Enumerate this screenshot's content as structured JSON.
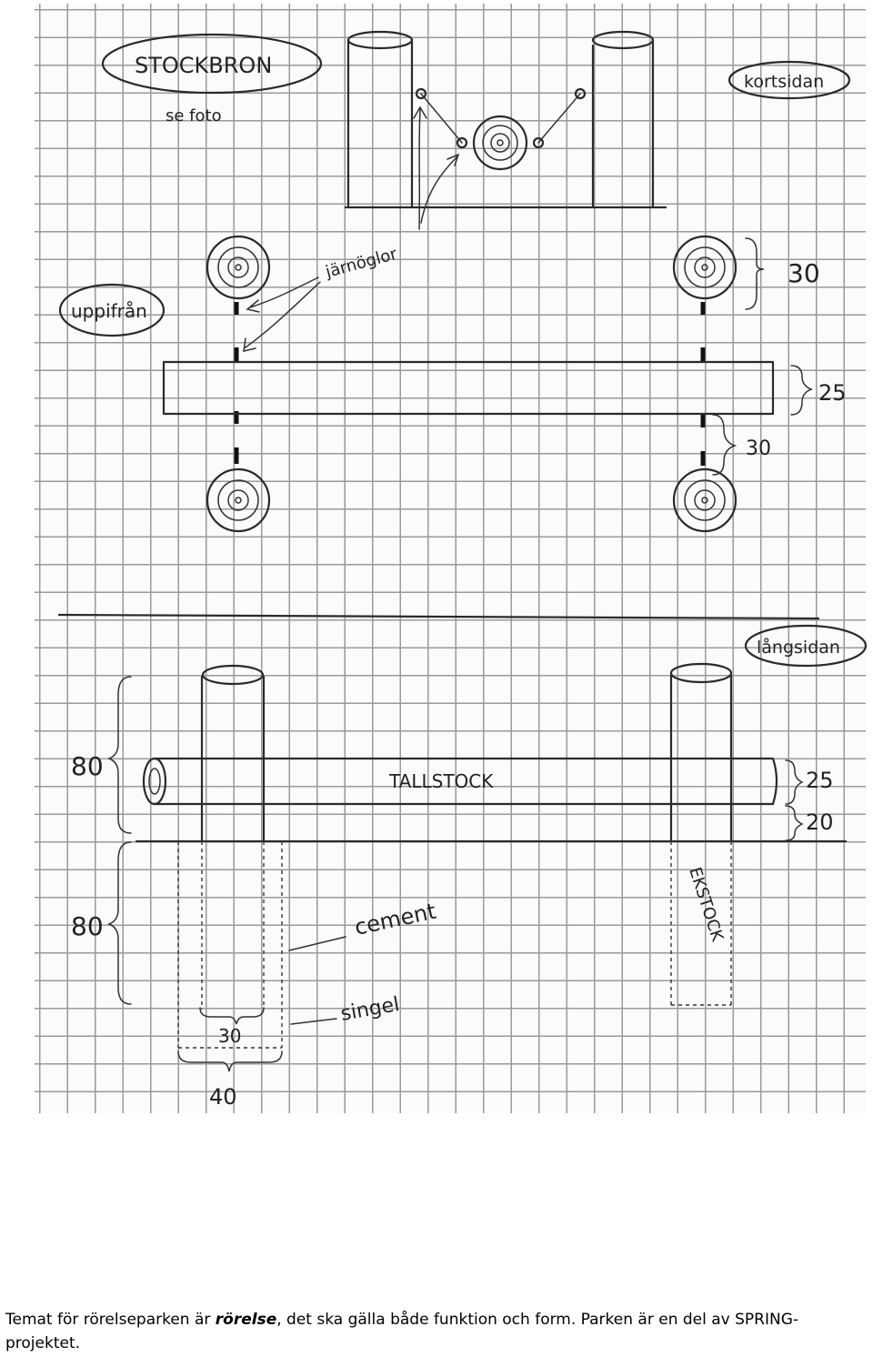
{
  "sketch": {
    "title": "STOCKBRON",
    "subtitle": "se foto",
    "view_short_side": "kortsidan",
    "view_from_above": "uppifrån",
    "label_rings": "järnöglor",
    "label_pine_log": "TALLSTOCK",
    "label_oak_log": "EKSTOCK",
    "label_cement": "cement",
    "label_gravel": "singel",
    "view_long_side": "långsidan",
    "dim_30_top": "30",
    "dim_25_top": "25",
    "dim_30_mid": "30",
    "dim_80_upper": "80",
    "dim_80_lower": "80",
    "dim_25_side": "25",
    "dim_20_side": "20",
    "dim_30_bottom": "30",
    "dim_40_bottom": "40"
  },
  "caption": {
    "part1": "Temat för rörelseparken är ",
    "emphasis": "rörelse",
    "part2": ", det ska gälla både funktion och form. Parken är en del av SPRING-projektet."
  }
}
